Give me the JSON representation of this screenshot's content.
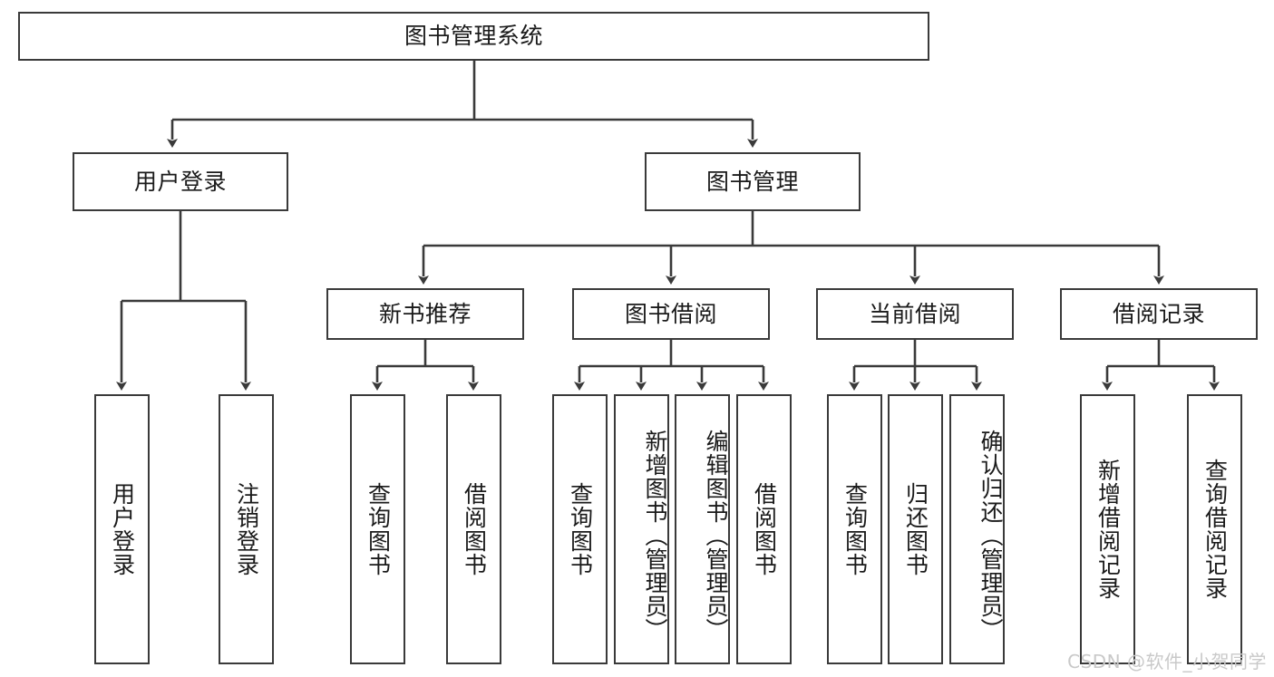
{
  "diagram": {
    "type": "tree-hierarchy",
    "title": "图书管理系统",
    "root": {
      "label": "图书管理系统",
      "level": 1
    },
    "level2": [
      {
        "label": "用户登录"
      },
      {
        "label": "图书管理"
      }
    ],
    "level3": [
      {
        "label": "新书推荐",
        "parent": "图书管理"
      },
      {
        "label": "图书借阅",
        "parent": "图书管理"
      },
      {
        "label": "当前借阅",
        "parent": "图书管理"
      },
      {
        "label": "借阅记录",
        "parent": "图书管理"
      }
    ],
    "leaves": {
      "user_login": [
        {
          "label": "用户登录"
        },
        {
          "label": "注销登录"
        }
      ],
      "new_book_recommend": [
        {
          "label": "查询图书"
        },
        {
          "label": "借阅图书"
        }
      ],
      "book_borrow": [
        {
          "label": "查询图书"
        },
        {
          "label": "新增图书（管理员）"
        },
        {
          "label": "编辑图书（管理员）"
        },
        {
          "label": "借阅图书"
        }
      ],
      "current_borrow": [
        {
          "label": "查询图书"
        },
        {
          "label": "归还图书"
        },
        {
          "label": "确认归还（管理员）"
        }
      ],
      "borrow_record": [
        {
          "label": "新增借阅记录"
        },
        {
          "label": "查询借阅记录"
        }
      ]
    }
  },
  "watermark": {
    "text": "CSDN @软件_小贺同学"
  },
  "colors": {
    "stroke": "#3a3a3a",
    "fill": "#ffffff",
    "text": "#1a1a1a",
    "watermark": "#c9c9c9"
  }
}
